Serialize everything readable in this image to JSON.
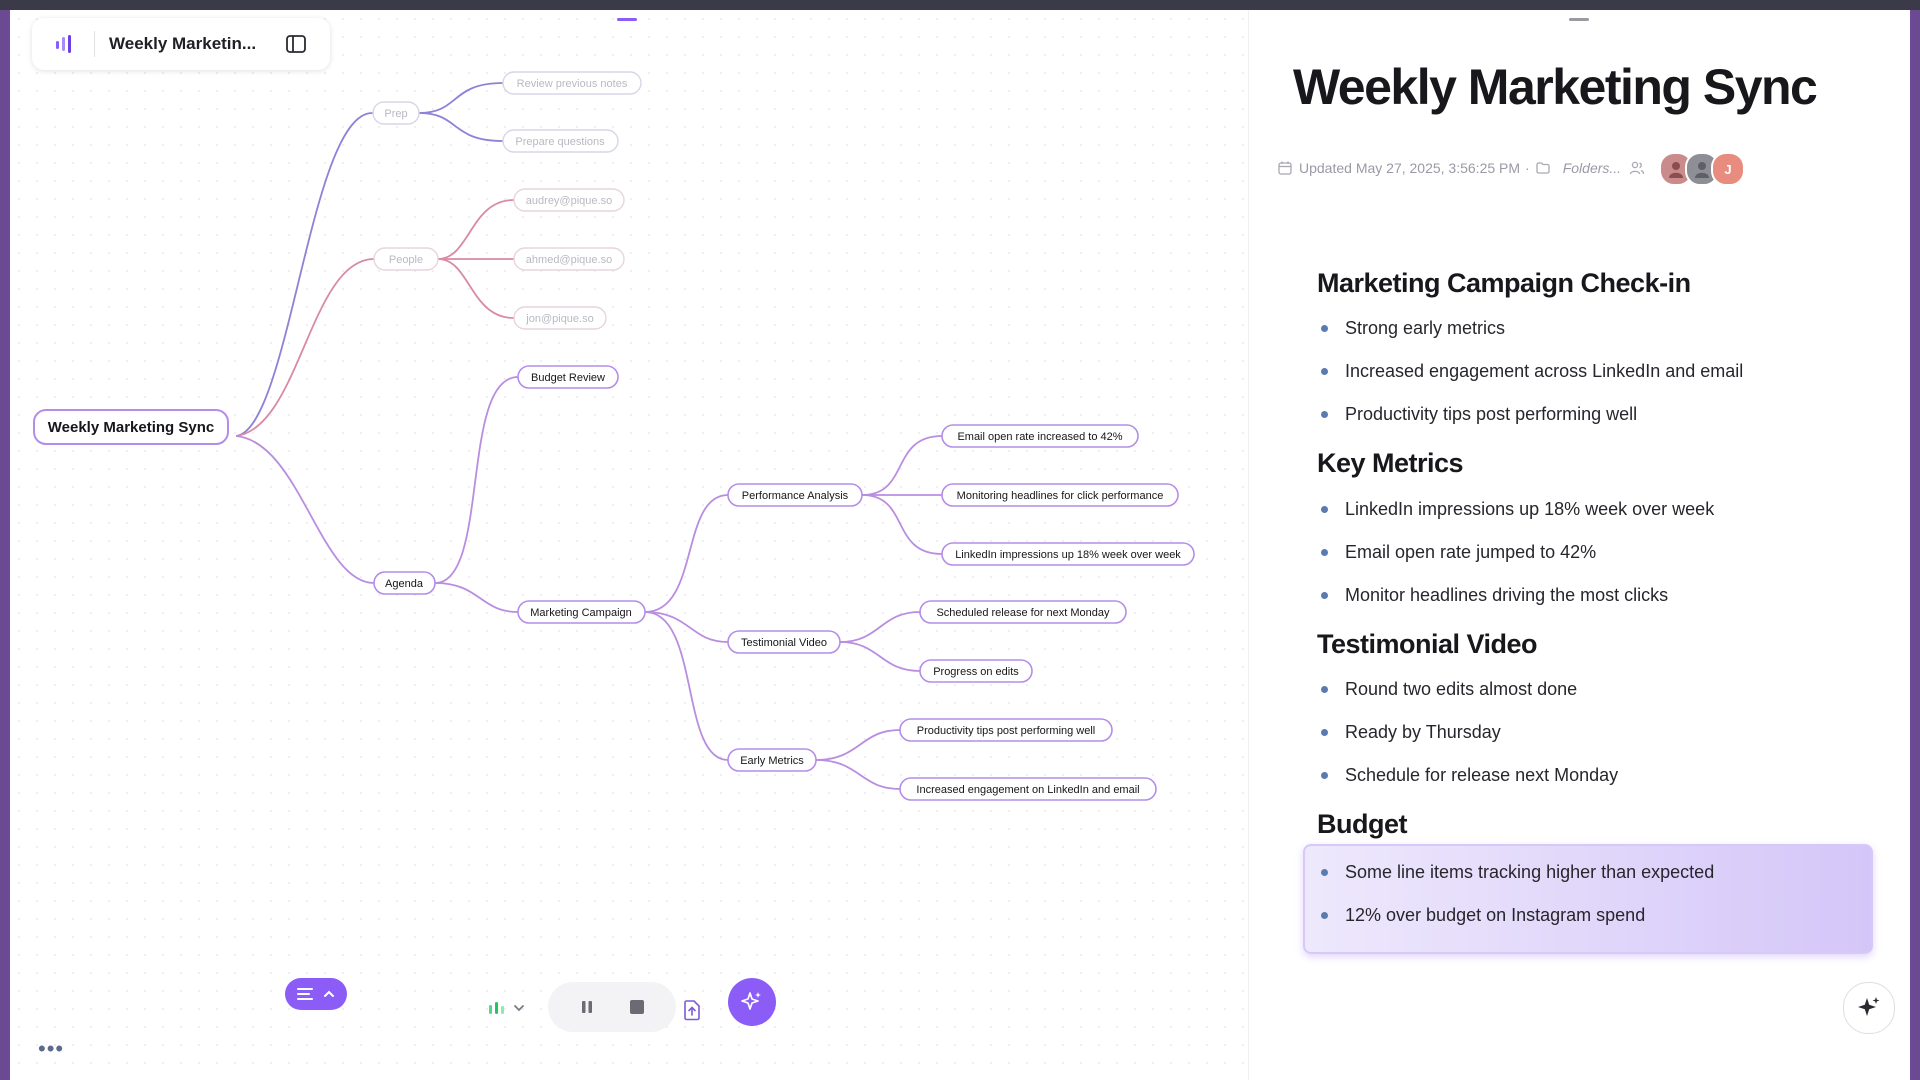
{
  "app": {
    "title": "Weekly Marketin...",
    "accent": "#8b5cf6"
  },
  "mindmap": {
    "root": "Weekly Marketing Sync",
    "prep": {
      "label": "Prep",
      "children": [
        "Review previous notes",
        "Prepare questions"
      ]
    },
    "people": {
      "label": "People",
      "children": [
        "audrey@pique.so",
        "ahmed@pique.so",
        "jon@pique.so"
      ]
    },
    "agenda": {
      "label": "Agenda",
      "budget_review": "Budget Review",
      "marketing_campaign": "Marketing Campaign",
      "performance_analysis": {
        "label": "Performance Analysis",
        "children": [
          "Email open rate increased to 42%",
          "Monitoring headlines for click performance",
          "LinkedIn impressions up 18% week over week"
        ]
      },
      "testimonial_video": {
        "label": "Testimonial Video",
        "children": [
          "Scheduled release for next Monday",
          "Progress on edits"
        ]
      },
      "early_metrics": {
        "label": "Early Metrics",
        "children": [
          "Productivity tips post performing well",
          "Increased engagement on LinkedIn and email"
        ]
      }
    }
  },
  "toolbar": {
    "icons": [
      "list-icon",
      "chevron-up-icon",
      "audio-level-icon",
      "chevron-down-icon",
      "pause-icon",
      "stop-icon",
      "export-icon",
      "ai-sparkle-icon"
    ],
    "more": "•••"
  },
  "notes": {
    "title": "Weekly Marketing Sync",
    "meta": {
      "updated": "Updated May 27, 2025, 3:56:25 PM",
      "separator": "·",
      "folders": "Folders..."
    },
    "avatars": [
      {
        "initial": "",
        "color": "#c98b8b"
      },
      {
        "initial": "",
        "color": "#8e8e96"
      },
      {
        "initial": "J",
        "color": "#e88c7f"
      }
    ],
    "sections": [
      {
        "heading": "Marketing Campaign Check-in",
        "bullets": [
          "Strong early metrics",
          "Increased engagement across LinkedIn and email",
          "Productivity tips post performing well"
        ]
      },
      {
        "heading": "Key Metrics",
        "bullets": [
          "LinkedIn impressions up 18% week over week",
          "Email open rate jumped to 42%",
          "Monitor headlines driving the most clicks"
        ]
      },
      {
        "heading": "Testimonial Video",
        "bullets": [
          "Round two edits almost done",
          "Ready by Thursday",
          "Schedule for release next Monday"
        ]
      },
      {
        "heading": "Budget",
        "bullets": [
          "Some line items tracking higher than expected",
          "12% over budget on Instagram spend"
        ]
      }
    ]
  }
}
